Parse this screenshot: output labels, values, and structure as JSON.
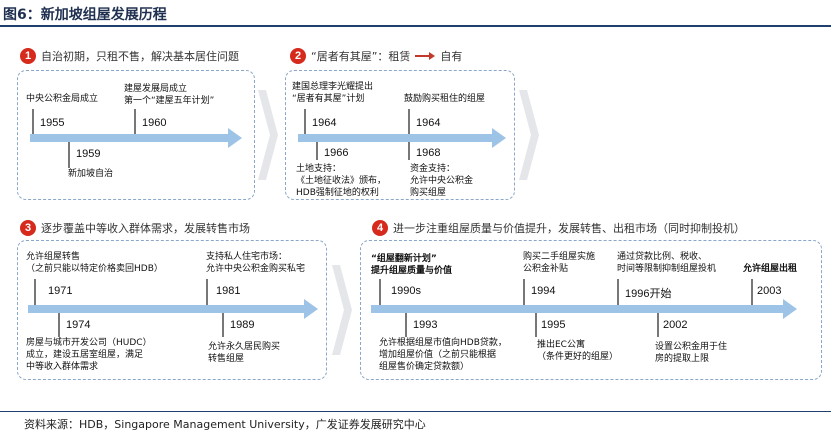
{
  "figure": {
    "title": "图6：新加坡组屋发展历程",
    "source": "资料来源：HDB，Singapore Management University，广发证券发展研究中心"
  },
  "colors": {
    "accent": "#d62a1d",
    "timeline": "#9dc3e6",
    "panel_border": "#8aa6c8",
    "chevron": "#e4e6ea"
  },
  "stages": [
    {
      "num": "1",
      "heading": "自治初期，只租不售，解决基本居住问题",
      "events": [
        {
          "year": "1955",
          "note": "中央公积金局成立"
        },
        {
          "year": "1959",
          "note": "新加坡自治"
        },
        {
          "year": "1960",
          "note": "建屋发展局成立\n第一个“建屋五年计划”"
        }
      ]
    },
    {
      "num": "2",
      "heading_a": "“居者有其屋”：租赁",
      "heading_b": "自有",
      "events": [
        {
          "year": "1964",
          "note": "建国总理李光耀提出\n“居者有其屋”计划"
        },
        {
          "year": "1966",
          "note": "土地支持：\n《土地征收法》颁布，\nHDB强制征地的权利"
        },
        {
          "year": "1964",
          "note": "鼓励购买租住的组屋"
        },
        {
          "year": "1968",
          "note": "资金支持：\n允许中央公积金\n购买组屋"
        }
      ]
    },
    {
      "num": "3",
      "heading": "逐步覆盖中等收入群体需求，发展转售市场",
      "events": [
        {
          "year": "1971",
          "note": "允许组屋转售\n（之前只能以特定价格卖回HDB）"
        },
        {
          "year": "1974",
          "note": "房屋与城市开发公司（HUDC）\n成立，建设五居室组屋，满足\n中等收入群体需求"
        },
        {
          "year": "1981",
          "note": "支持私人住宅市场：\n允许中央公积金购买私宅"
        },
        {
          "year": "1989",
          "note": "允许永久居民购买\n转售组屋"
        }
      ]
    },
    {
      "num": "4",
      "heading": "进一步注重组屋质量与价值提升，发展转售、出租市场（同时抑制投机）",
      "events": [
        {
          "year": "1990s",
          "note": "“组屋翻新计划”\n提升组屋质量与价值"
        },
        {
          "year": "1993",
          "note": "允许根据组屋市值向HDB贷款，\n增加组屋价值（之前只能根据\n组屋售价确定贷款额）"
        },
        {
          "year": "1994",
          "note": "购买二手组屋实施\n公积金补贴"
        },
        {
          "year": "1995",
          "note": "推出EC公寓\n（条件更好的组屋）"
        },
        {
          "year": "1996开始",
          "note": "通过贷款比例、税收、\n时间等限制抑制组屋投机"
        },
        {
          "year": "2002",
          "note": "设置公积金用于住\n房的提取上限"
        },
        {
          "year": "2003",
          "note": "允许组屋出租"
        }
      ]
    }
  ]
}
